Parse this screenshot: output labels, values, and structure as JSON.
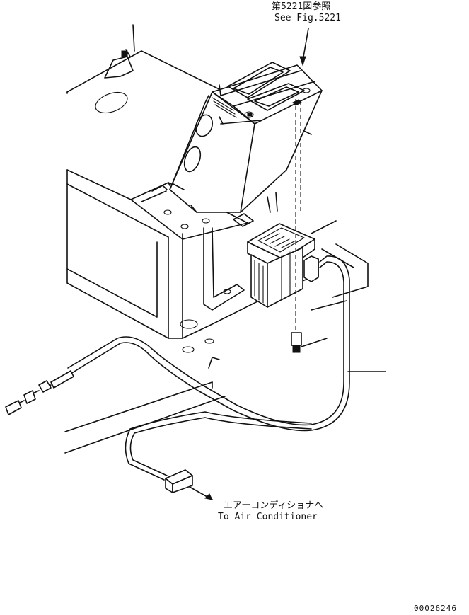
{
  "callouts": {
    "ref_fig_jp": "第5221図参照",
    "ref_fig_en": "See Fig.5221",
    "dest_jp": "エアーコンディショナへ",
    "dest_en": "To Air Conditioner"
  },
  "drawing_number": "00026246",
  "colors": {
    "line": "#111111",
    "background": "#ffffff"
  }
}
